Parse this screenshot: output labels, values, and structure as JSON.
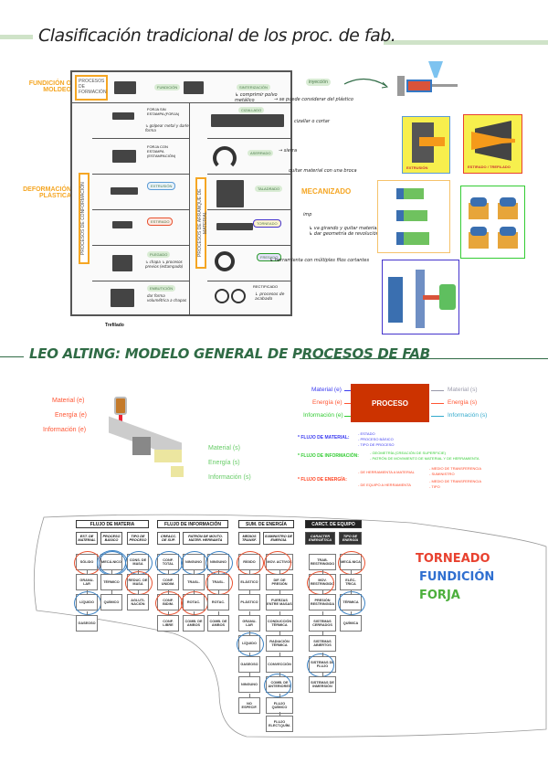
{
  "section1": {
    "title": "Clasificación tradicional de los proc. de fab.",
    "side_labels": {
      "fundicion": "FUNDICIÓN O MOLDEO",
      "deformacion": "DEFORMACIÓN PLÁSTICA",
      "mecanizado": "MECANIZADO"
    },
    "table": {
      "header_label": "PROCESOS DE FORMACIÓN",
      "fundicion": "FUNDICIÓN",
      "sinterizacion": "SINTERIZACIÓN",
      "sinter_note": "↳ comprimir polvo metálico",
      "conformacion_label": "PROCESOS DE CONFORMACIÓN",
      "arranque_label": "PROCESOS DE ARRANQUE DE MATERIAL",
      "left_rows": [
        {
          "label": "FORJA SIN ESTAMPA (FORJA)",
          "note": "↳ golpear metal y darle forma"
        },
        {
          "label": "FORJA CON ESTAMPA (ESTAMPACIÓN)",
          "note": ""
        },
        {
          "label": "EXTRUSIÓN",
          "note": ""
        },
        {
          "label": "ESTIRADO",
          "note": ""
        },
        {
          "label": "PLEGADO",
          "note": "↳ chapa ↳ procesos previos (estampado)"
        },
        {
          "label": "EMBUTICIÓN",
          "note": "dar forma volumétrica a chapas"
        }
      ],
      "right_rows": [
        {
          "label": "CIZALLADO",
          "note": "→ se puede considerar del plástico"
        },
        {
          "label": "ASERRADO",
          "note": "→ sierra"
        },
        {
          "label": "TALADRADO",
          "note": "quitar material con una broca"
        },
        {
          "label": "TORNEADO",
          "note": "↳ va girando y quitar material ↳ dar geometría de revolución"
        },
        {
          "label": "FRESADO",
          "note": "↳ herramienta con múltiples filos cortantes"
        },
        {
          "label": "RECTIFICADO",
          "note": "↓ procesos de acabado"
        }
      ],
      "cizallar_note": "cizallar o cortar",
      "imp_note": "imp",
      "footer": "Trefilado"
    },
    "inyeccion": "inyección",
    "figures": {
      "extrusion": "EXTRUSIÓN",
      "estirado": "ESTIRADO / TREFILADO"
    }
  },
  "section2": {
    "title": "LEO ALTING: MODELO GENERAL DE PROCESOS DE FAB",
    "inputs": [
      "Material (e)",
      "Energía (e)",
      "Información (e)"
    ],
    "outputs": [
      "Material (s)",
      "Energía (s)",
      "Información (s)"
    ],
    "process": "PROCESO",
    "flujos": [
      {
        "name": "* FLUJO DE MATERIAL:",
        "items": [
          "- ESTADO",
          "- PROCESO BÁSICO",
          "- TIPO DE PROCESO"
        ],
        "color": "#3a3af0"
      },
      {
        "name": "* FLUJO DE INFORMACIÓN:",
        "items": [
          "- GEOMETRÍA (CREACIÓN DE SUPERFICIE)",
          "- PATRÓN DE MOVIMIENTO DE MATERIAL Y DE HERRAMIENTA"
        ],
        "color": "#33cc33"
      },
      {
        "name": "* FLUJO DE ENERGÍA:",
        "items": [
          "- DE HERRAMIENTA A MATERIAL",
          "- MEDIO DE TRANSFERENCIA",
          "- SUMINISTRO",
          "- DE EQUIPO A HERRAMIENTA",
          "- MEDIO DE TRANSFERENCIA",
          "- TIPO"
        ],
        "color": "#ff4422"
      }
    ],
    "colors": {
      "material_in": "#3a3af0",
      "energia": "#ff5533",
      "info_in": "#33cc33",
      "material_out": "#9999aa",
      "info_out": "#33aacc",
      "proceso": "#cc3300"
    }
  },
  "section3": {
    "headers": [
      "FLUJO DE MATERIA",
      "FLUJO DE INFORMACIÓN",
      "SUM. DE ENERGÍA",
      "CARCT. DE EQUIPO"
    ],
    "subheaders": [
      "EST. DE MATERIAL",
      "PROCESO BÁSICO",
      "TIPO DE PROCESO",
      "CREACC. DE SUP.",
      "PATRÓN DE MOVTO. MATER. HERRAMTA",
      "MEDIOS TRANSF.",
      "SUMINISTRO DE ENERGÍA",
      "CARACTER ENERGÉTICA",
      "TIPO DE ENERGÍA"
    ],
    "columns": [
      [
        [
          "SÓLIDO",
          "r"
        ],
        [
          "GRANU-LAR",
          ""
        ],
        [
          "LÍQUIDO",
          "b"
        ],
        [
          "GASEOSO",
          ""
        ]
      ],
      [
        [
          "MECÁ-NICO",
          "rb"
        ],
        [
          "TÉRMICO",
          ""
        ],
        [
          "QUÍMICO",
          ""
        ]
      ],
      [
        [
          "CONS. DE MASA",
          "b"
        ],
        [
          "REDUC. DE MASA",
          "r"
        ],
        [
          "AGLUTI-NACIÓN",
          ""
        ]
      ],
      [
        [
          "CONF. TOTAL",
          "b"
        ],
        [
          "CONF. UNIDIM.",
          ""
        ],
        [
          "CONF. BIDIM.",
          "r"
        ],
        [
          "CONF. LIBRE",
          ""
        ]
      ],
      [
        [
          "NINGUNO",
          "b"
        ],
        [
          "TRASL.",
          ""
        ],
        [
          "ROTAC.",
          "r"
        ],
        [
          "COMB. DE AMBOS",
          ""
        ]
      ],
      [
        [
          "NINGUNO",
          "b"
        ],
        [
          "TRASL.",
          "r"
        ],
        [
          "ROTAC.",
          ""
        ],
        [
          "COMB. DE AMBOS",
          ""
        ]
      ],
      [
        [
          "RÍGIDO",
          "r"
        ],
        [
          "ELÁSTICO",
          ""
        ],
        [
          "PLÁSTICO",
          ""
        ],
        [
          "GRANU-LAR",
          ""
        ],
        [
          "LÍQUIDO",
          "b"
        ],
        [
          "GASEOSO",
          ""
        ],
        [
          "NINGUNO",
          ""
        ],
        [
          "NO ESPECIF.",
          ""
        ]
      ],
      [
        [
          "MOV. ACTIVOS",
          "r"
        ],
        [
          "DIF. DE PRESIÓN",
          ""
        ],
        [
          "FUERZAS ENTRE MASAS",
          ""
        ],
        [
          "CONDUCCIÓN TÉRMICA",
          ""
        ],
        [
          "RADIACIÓN TÉRMICA",
          ""
        ],
        [
          "CONVECCIÓN",
          ""
        ],
        [
          "COMB. DE ANTERIORES",
          "b"
        ],
        [
          "FLUJO QUÍMICO",
          ""
        ],
        [
          "FLUJO ELECT.QUÍM.",
          ""
        ]
      ],
      [
        [
          "TRAB. RESTRINGIDO",
          ""
        ],
        [
          "MOV. RESTRINGIDO",
          "r"
        ],
        [
          "PRESIÓN RESTRINGIDA",
          ""
        ],
        [
          "SISTEMAS CERRADOS",
          ""
        ],
        [
          "SISTEMAS ABIERTOS",
          ""
        ],
        [
          "SISTEMAS DE FLUJO",
          "b"
        ],
        [
          "SISTEMAS DE INMERSIÓN",
          ""
        ]
      ],
      [
        [
          "MECÁ-NICA",
          "r"
        ],
        [
          "ELÉC-TRICA",
          ""
        ],
        [
          "TÉRMICA",
          "b"
        ],
        [
          "QUÍMICA",
          ""
        ]
      ]
    ],
    "legend": [
      {
        "label": "TORNEADO",
        "color": "#e8412f"
      },
      {
        "label": "FUNDICIÓN",
        "color": "#2f6fd0"
      },
      {
        "label": "FORJA",
        "color": "#4caf3c"
      }
    ]
  }
}
